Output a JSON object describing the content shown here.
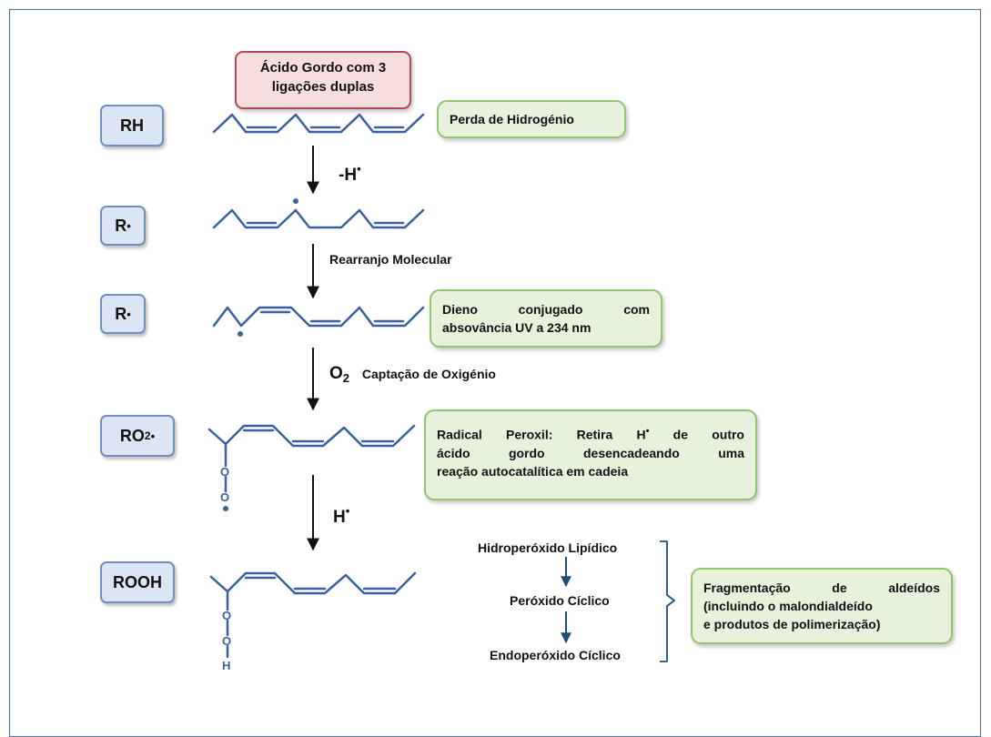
{
  "title_box": {
    "line1": "Ácido Gordo com 3",
    "line2": "ligações duplas"
  },
  "stages": [
    {
      "label": "RH",
      "sup": ""
    },
    {
      "label": "R",
      "sup": "•"
    },
    {
      "label": "R",
      "sup": "•"
    },
    {
      "label": "RO",
      "sub": "2",
      "sup": "•"
    },
    {
      "label": "ROOH",
      "sup": ""
    }
  ],
  "steps": {
    "step1": {
      "text": "-H",
      "sup": "•"
    },
    "step2": {
      "text": "Rearranjo Molecular"
    },
    "step3": {
      "o": "O",
      "sub": "2",
      "text": "Captação de Oxigénio"
    },
    "step4": {
      "text": "H",
      "sup": "•"
    }
  },
  "notes": {
    "perda": "Perda de Hidrogénio",
    "dieno_line1": "Dieno conjugado com",
    "dieno_line2": "absovância UV a 234 nm",
    "peroxil_line1_a": "Radical Peroxil: Retira H",
    "peroxil_line1_sup": "•",
    "peroxil_line1_b": " de outro",
    "peroxil_line2": "ácido gordo desencadeando uma",
    "peroxil_line3": "reação autocatalítica em cadeia",
    "frag_line1": "Fragmentação de aldeídos",
    "frag_line2": "(incluindo o malondialdeído",
    "frag_line3": "e produtos de polimerização)"
  },
  "chain": [
    "Hidroperóxido Lipídico",
    "Peróxido Cíclico",
    "Endoperóxido Cíclico"
  ],
  "atoms": {
    "o1": "O",
    "o2": "O",
    "h": "H"
  },
  "colors": {
    "molecule": "#3b5fa0",
    "arrow": "#111111",
    "chain_arrow": "#1f4e79"
  }
}
